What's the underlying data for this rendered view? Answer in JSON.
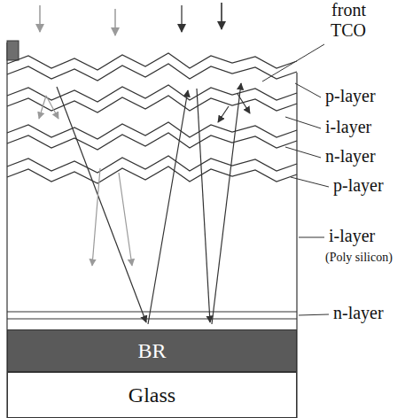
{
  "diagram": {
    "nodes": [
      {
        "text": [
          "BR"
        ]
      },
      {
        "text": [
          "Glass"
        ]
      }
    ],
    "labels": [
      "front TCO",
      "p-layer",
      "i-layer",
      "n-layer",
      "p-layer",
      "i-layer",
      "(Poly silicon)",
      "n-layer"
    ]
  }
}
